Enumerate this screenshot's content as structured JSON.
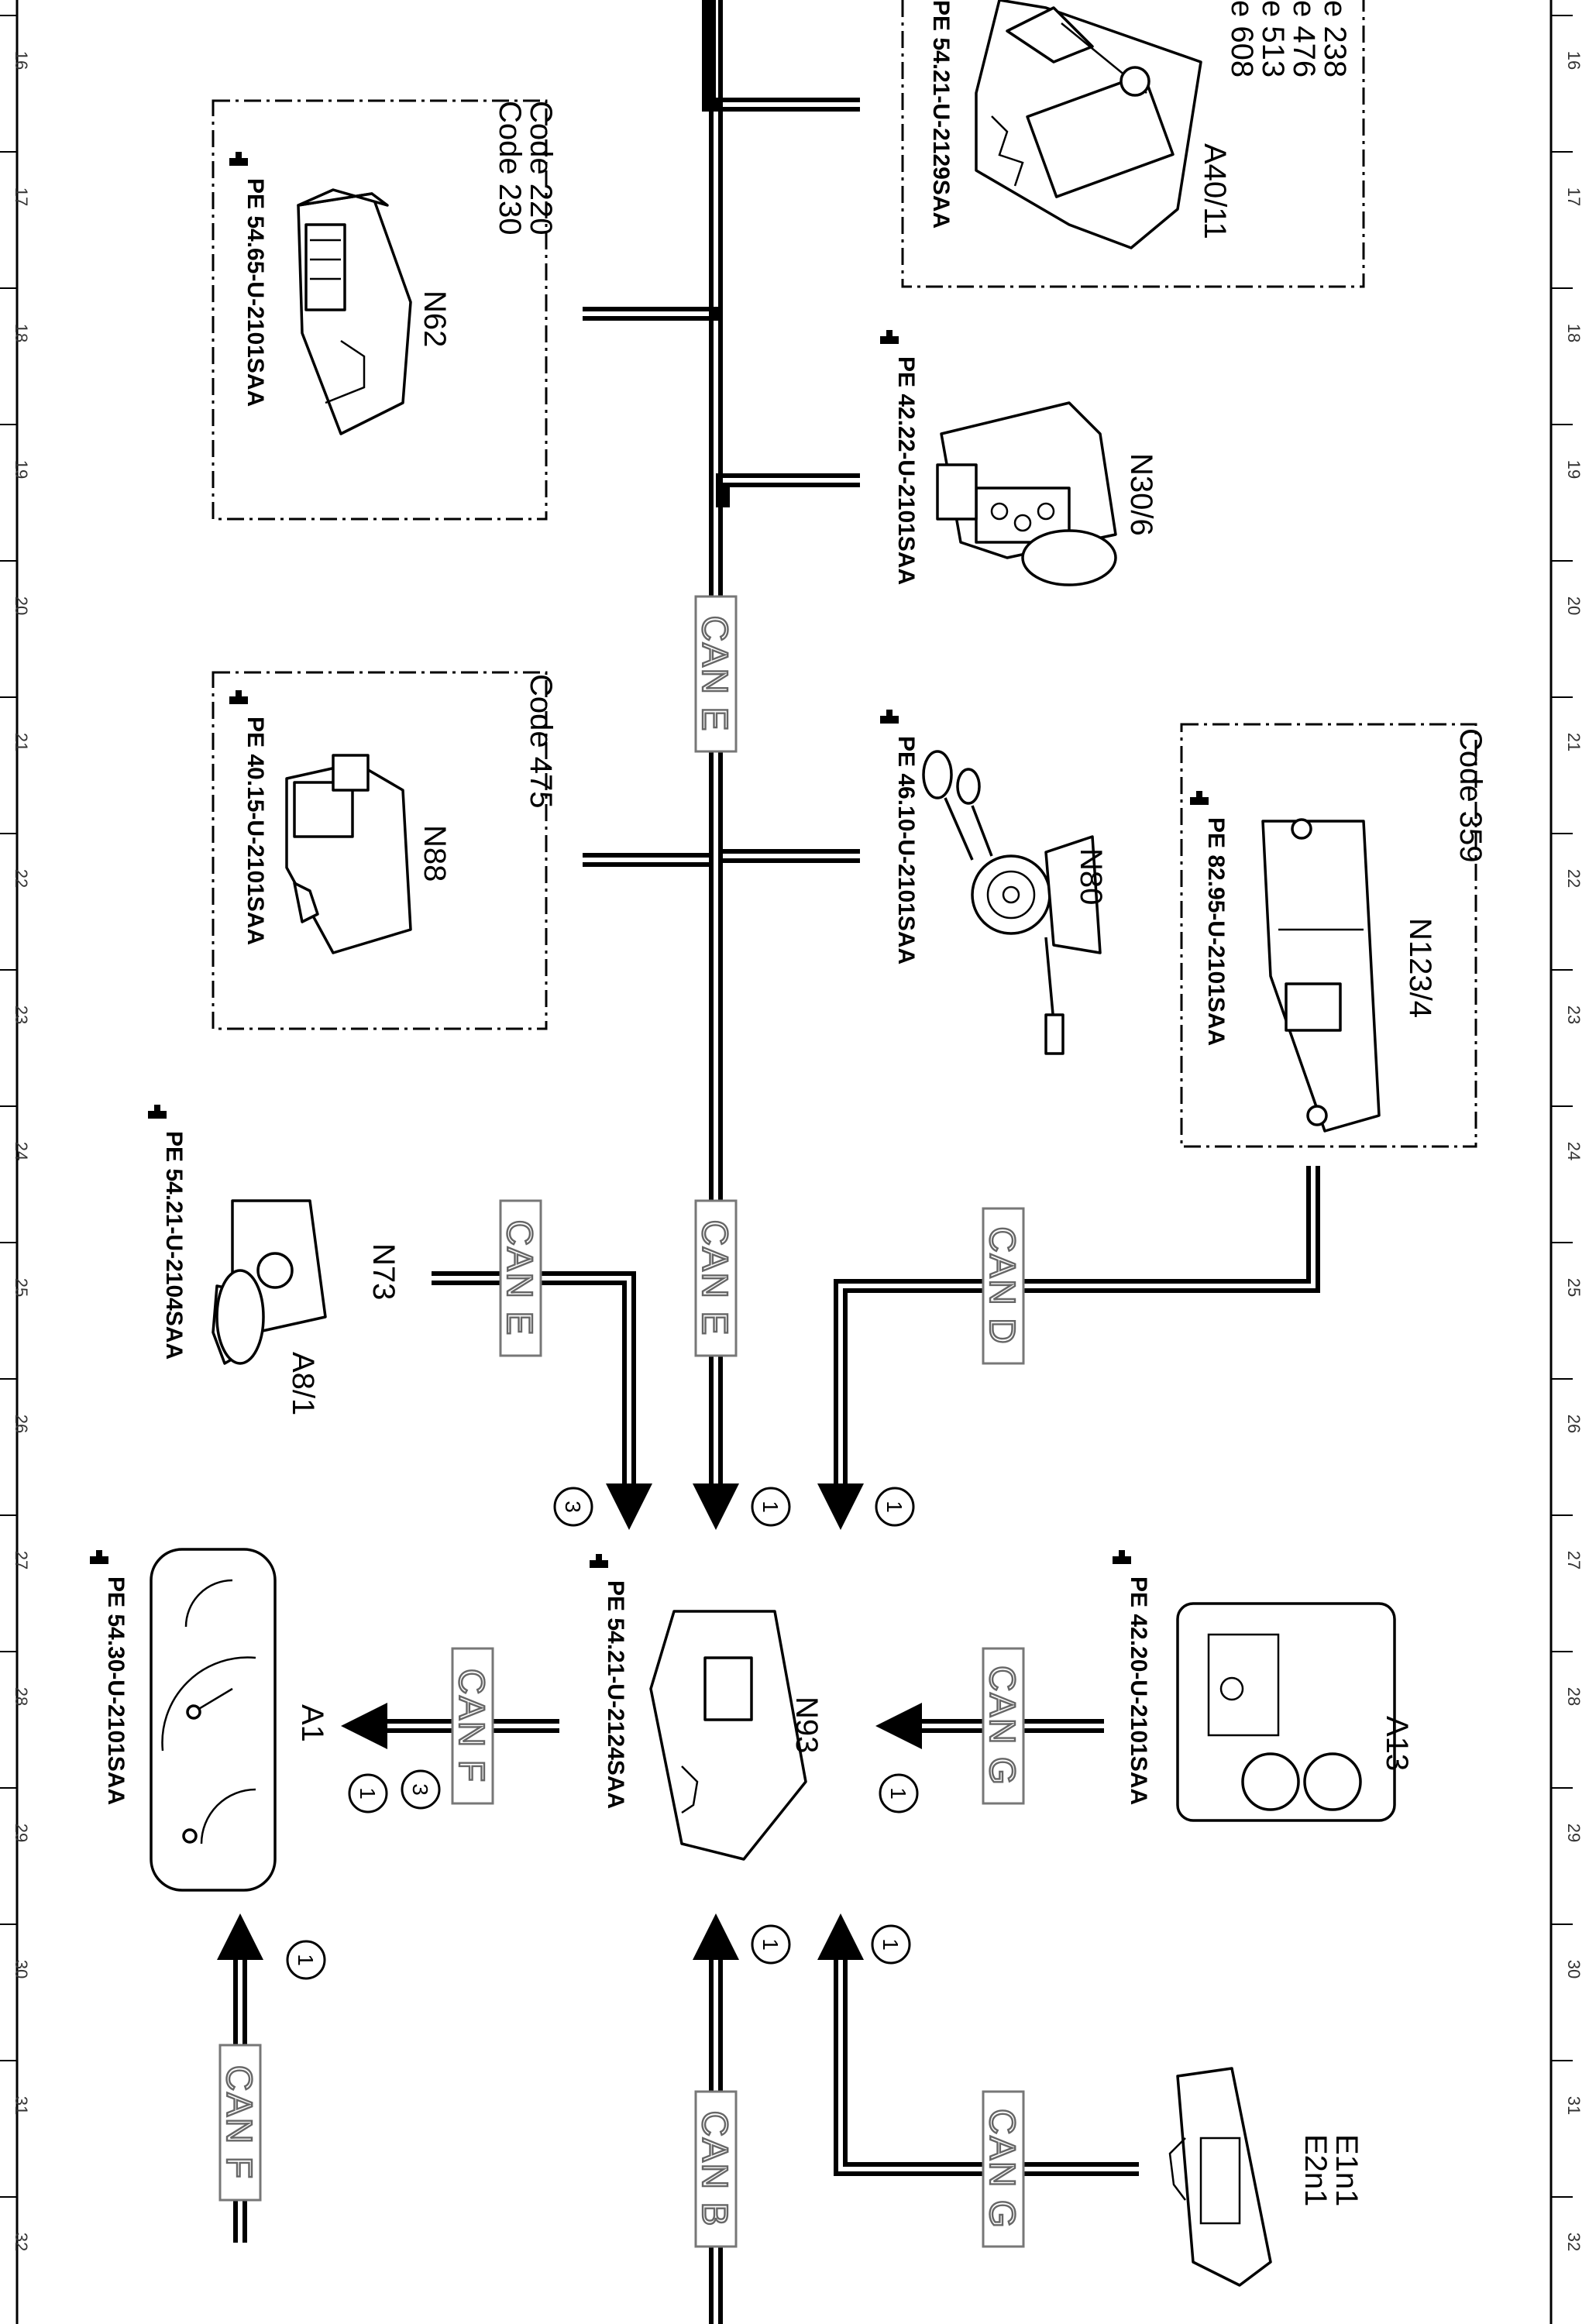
{
  "grid": {
    "columns": [
      "16",
      "17",
      "18",
      "19",
      "20",
      "21",
      "22",
      "23",
      "24",
      "25",
      "26",
      "27",
      "28",
      "29",
      "30",
      "31",
      "32"
    ]
  },
  "bus_labels": {
    "can_e_upper": "CAN E",
    "can_e_trunk_lower": "CAN E",
    "can_e_n73": "CAN E",
    "can_d": "CAN D",
    "can_f_a1": "CAN F",
    "can_g_a13": "CAN G",
    "can_f_lower": "CAN F",
    "can_b": "CAN B",
    "can_g_lower": "CAN G"
  },
  "components": {
    "a40_11": {
      "label": "A40/11",
      "pe": "PE 54.21-U-2129SAA",
      "codes": [
        "e 238",
        "e 476",
        "e 513",
        "e 608"
      ]
    },
    "n62": {
      "label": "N62",
      "pe": "PE 54.65-U-2101SAA",
      "codes": [
        "Code 220",
        "Code 230"
      ]
    },
    "n30_6": {
      "label": "N30/6",
      "pe": "PE 42.22-U-2101SAA"
    },
    "n88": {
      "label": "N88",
      "pe": "PE 40.15-U-2101SAA",
      "codes": [
        "Code 475"
      ]
    },
    "n80": {
      "label": "N80",
      "pe": "PE 46.10-U-2101SAA"
    },
    "n123_4": {
      "label": "N123/4",
      "pe": "PE 82.95-U-2101SAA",
      "codes": [
        "Code 359"
      ]
    },
    "n73": {
      "label": "N73",
      "label2": "A8/1",
      "pe": "PE 54.21-U-2104SAA"
    },
    "n93": {
      "label": "N93",
      "pe": "PE 54.21-U-2124SAA"
    },
    "a13": {
      "label": "A13",
      "pe": "PE 42.20-U-2101SAA"
    },
    "a1": {
      "label": "A1",
      "pe": "PE 54.30-U-2101SAA"
    },
    "e1n1": {
      "label": "E1n1",
      "label2": "E2n1"
    }
  },
  "markers": {
    "m_n73": "3",
    "m_trunk": "1",
    "m_cand": "1",
    "m_a13": "1",
    "m_a1_top": "3",
    "m_a1_bot": "1",
    "m_a1_lower": "1",
    "m_canb": "1",
    "m_cang": "1"
  }
}
